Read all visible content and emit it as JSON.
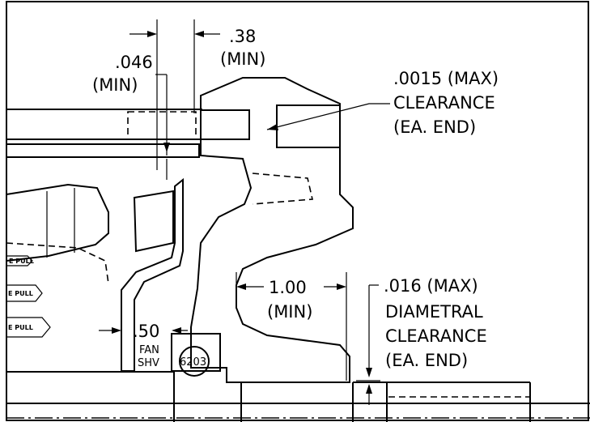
{
  "annotations": {
    "gap_046_value": ".046",
    "gap_046_qual": "(MIN)",
    "gap_38_value": ".38",
    "gap_38_qual": "(MIN)",
    "clearance_0015_line1": ".0015 (MAX)",
    "clearance_0015_line2": "CLEARANCE",
    "clearance_0015_line3": "(EA. END)",
    "dim_100_value": "1.00",
    "dim_100_qual": "(MIN)",
    "clearance_016_line1": ".016 (MAX)",
    "clearance_016_line2": "DIAMETRAL",
    "clearance_016_line3": "CLEARANCE",
    "clearance_016_line4": "(EA. END)",
    "dim_50_value": ".50",
    "fan_line1": "FAN",
    "fan_line2": "SHV",
    "bearing_label": "6203",
    "pulley_label_1": "E PULL",
    "pulley_label_2": "E PULL",
    "pulley_label_3": "E PULL"
  },
  "colors": {
    "ink": "#000000",
    "paper": "#ffffff"
  }
}
